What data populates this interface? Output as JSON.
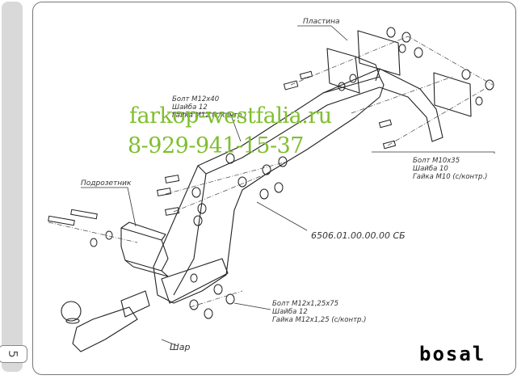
{
  "page_number": "5",
  "labels": {
    "plate": "Пластина",
    "bolt_m12x40": "Болт M12x40",
    "washer_12_top": "Шайба 12",
    "nut_m12_top": "Гайка M12 (с/контр.)",
    "bracket": "Подрозетник",
    "bolt_m10x35": "Болт M10x35",
    "washer_10": "Шайба 10",
    "nut_m10": "Гайка M10 (с/контр.)",
    "part_number": "6506.01.00.00.00 СБ",
    "bolt_m12x125x75": "Болт M12x1,25x75",
    "washer_12_bottom": "Шайба 12",
    "nut_m12x125": "Гайка M12x1,25 (с/контр.)",
    "ball": "Шар"
  },
  "watermark": {
    "site": "farkop-westfalia.ru",
    "phone": "8-929-941-15-37"
  },
  "logo": "bosal"
}
